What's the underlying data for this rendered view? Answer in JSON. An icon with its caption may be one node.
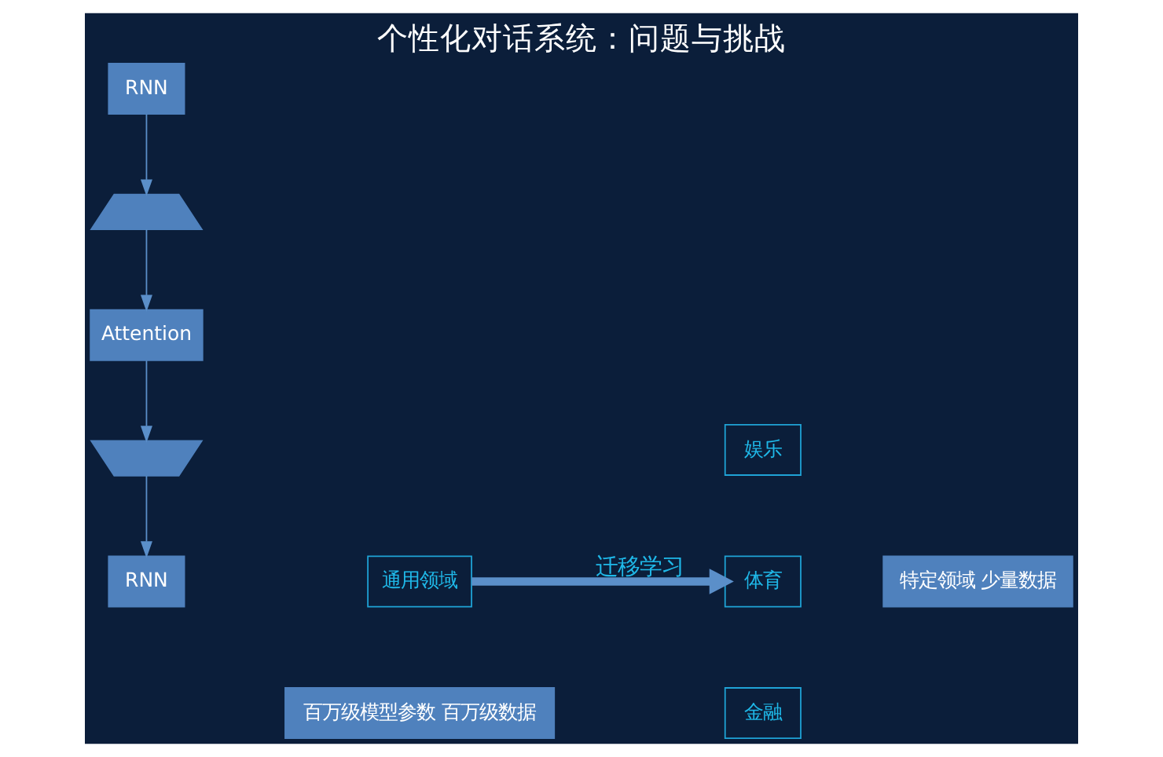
{
  "diagram": {
    "title": "个性化对话系统：问题与挑战",
    "nodes": [
      {
        "text": [
          "RNN"
        ]
      },
      {
        "text": [],
        "shape": "invtrapezoid"
      },
      {
        "text": [
          "Attention"
        ]
      },
      {
        "text": [],
        "shape": "trapezoid"
      },
      {
        "text": [
          "RNN"
        ]
      },
      {
        "text": [
          "通用领域"
        ]
      },
      {
        "text": [
          "百万级模型参数 百万级数据"
        ]
      },
      {
        "text": [
          "娱乐"
        ]
      },
      {
        "text": [
          "体育"
        ]
      },
      {
        "text": [
          "金融"
        ]
      },
      {
        "text": [
          "特定领域 少量数据"
        ]
      }
    ],
    "edges": [
      {
        "from": 4,
        "to": 3,
        "arrow": "to"
      },
      {
        "from": 3,
        "to": 2,
        "arrow": "to"
      },
      {
        "from": 2,
        "to": 1,
        "arrow": "to"
      },
      {
        "from": 1,
        "to": 0,
        "arrow": "to"
      },
      {
        "from": 5,
        "to": 8,
        "arrow": "to",
        "label": "迁移学习",
        "style": "thick"
      }
    ]
  }
}
